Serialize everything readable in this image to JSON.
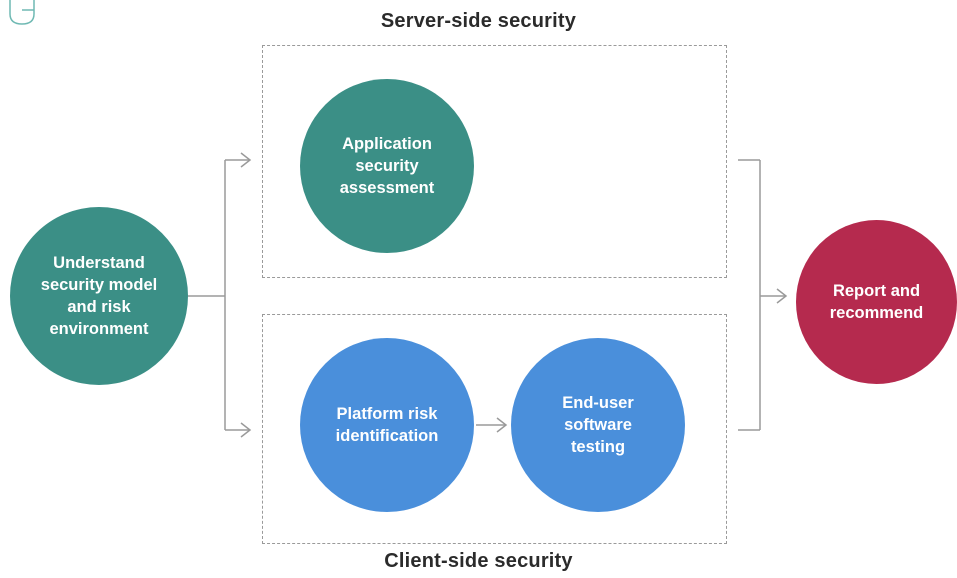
{
  "groups": {
    "server_label": "Server-side security",
    "client_label": "Client-side security"
  },
  "nodes": {
    "understand": "Understand\nsecurity model\nand risk\nenvironment",
    "app_assessment": "Application\nsecurity\nassessment",
    "platform_risk": "Platform risk\nidentification",
    "end_user_testing": "End-user\nsoftware\ntesting",
    "report": "Report and\nrecommend"
  },
  "colors": {
    "teal": "#3b8f86",
    "blue": "#4a8fdb",
    "crimson": "#b52a4e",
    "line": "#9a9a9a"
  }
}
